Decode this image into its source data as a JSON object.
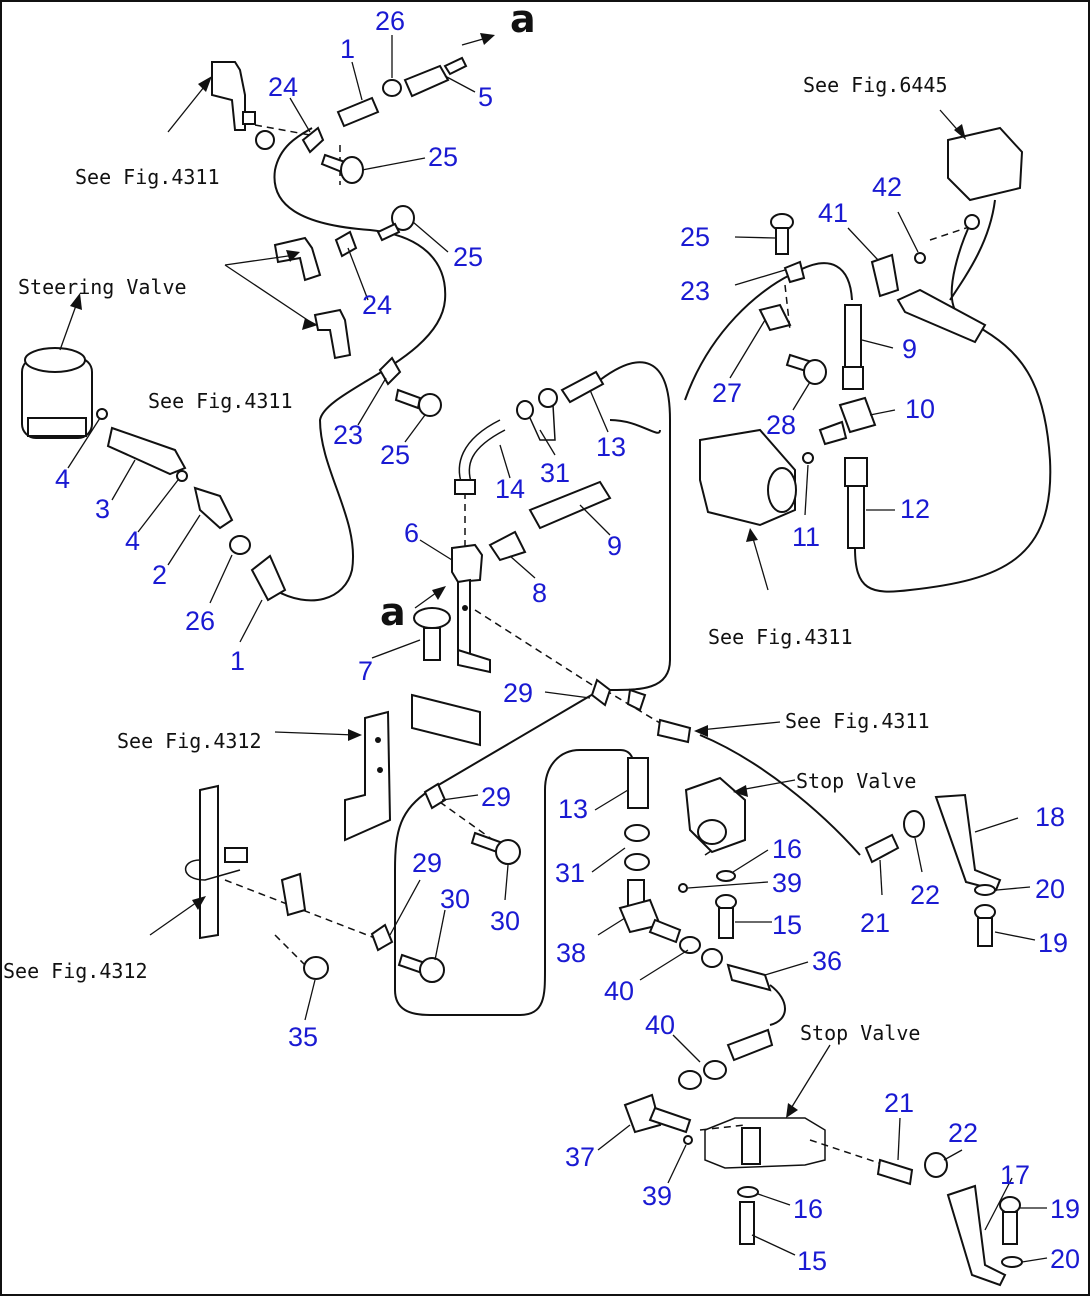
{
  "annotations": {
    "see_4311_top": "See Fig.4311",
    "see_4311_mid": "See Fig.4311",
    "see_4311_right": "See Fig.4311",
    "see_4311_stop": "See Fig.4311",
    "see_6445": "See Fig.6445",
    "see_4312_mid": "See Fig.4312",
    "see_4312_left": "See Fig.4312",
    "steering_valve": "Steering Valve",
    "stop_valve_1": "Stop Valve",
    "stop_valve_2": "Stop Valve"
  },
  "connection_marks": {
    "top": "a",
    "mid": "a"
  },
  "callouts": [
    "1",
    "26",
    "5",
    "24",
    "25",
    "25",
    "24",
    "23",
    "25",
    "4",
    "3",
    "4",
    "2",
    "26",
    "1",
    "6",
    "8",
    "7",
    "14",
    "31",
    "13",
    "9",
    "29",
    "29",
    "29",
    "30",
    "30",
    "35",
    "25",
    "23",
    "27",
    "28",
    "41",
    "42",
    "9",
    "10",
    "11",
    "12",
    "13",
    "31",
    "38",
    "16",
    "39",
    "15",
    "36",
    "40",
    "40",
    "37",
    "39",
    "16",
    "15",
    "18",
    "22",
    "21",
    "20",
    "19",
    "21",
    "22",
    "17",
    "19",
    "20"
  ],
  "colors": {
    "callout": "#1a1ad2",
    "line": "#111111"
  }
}
